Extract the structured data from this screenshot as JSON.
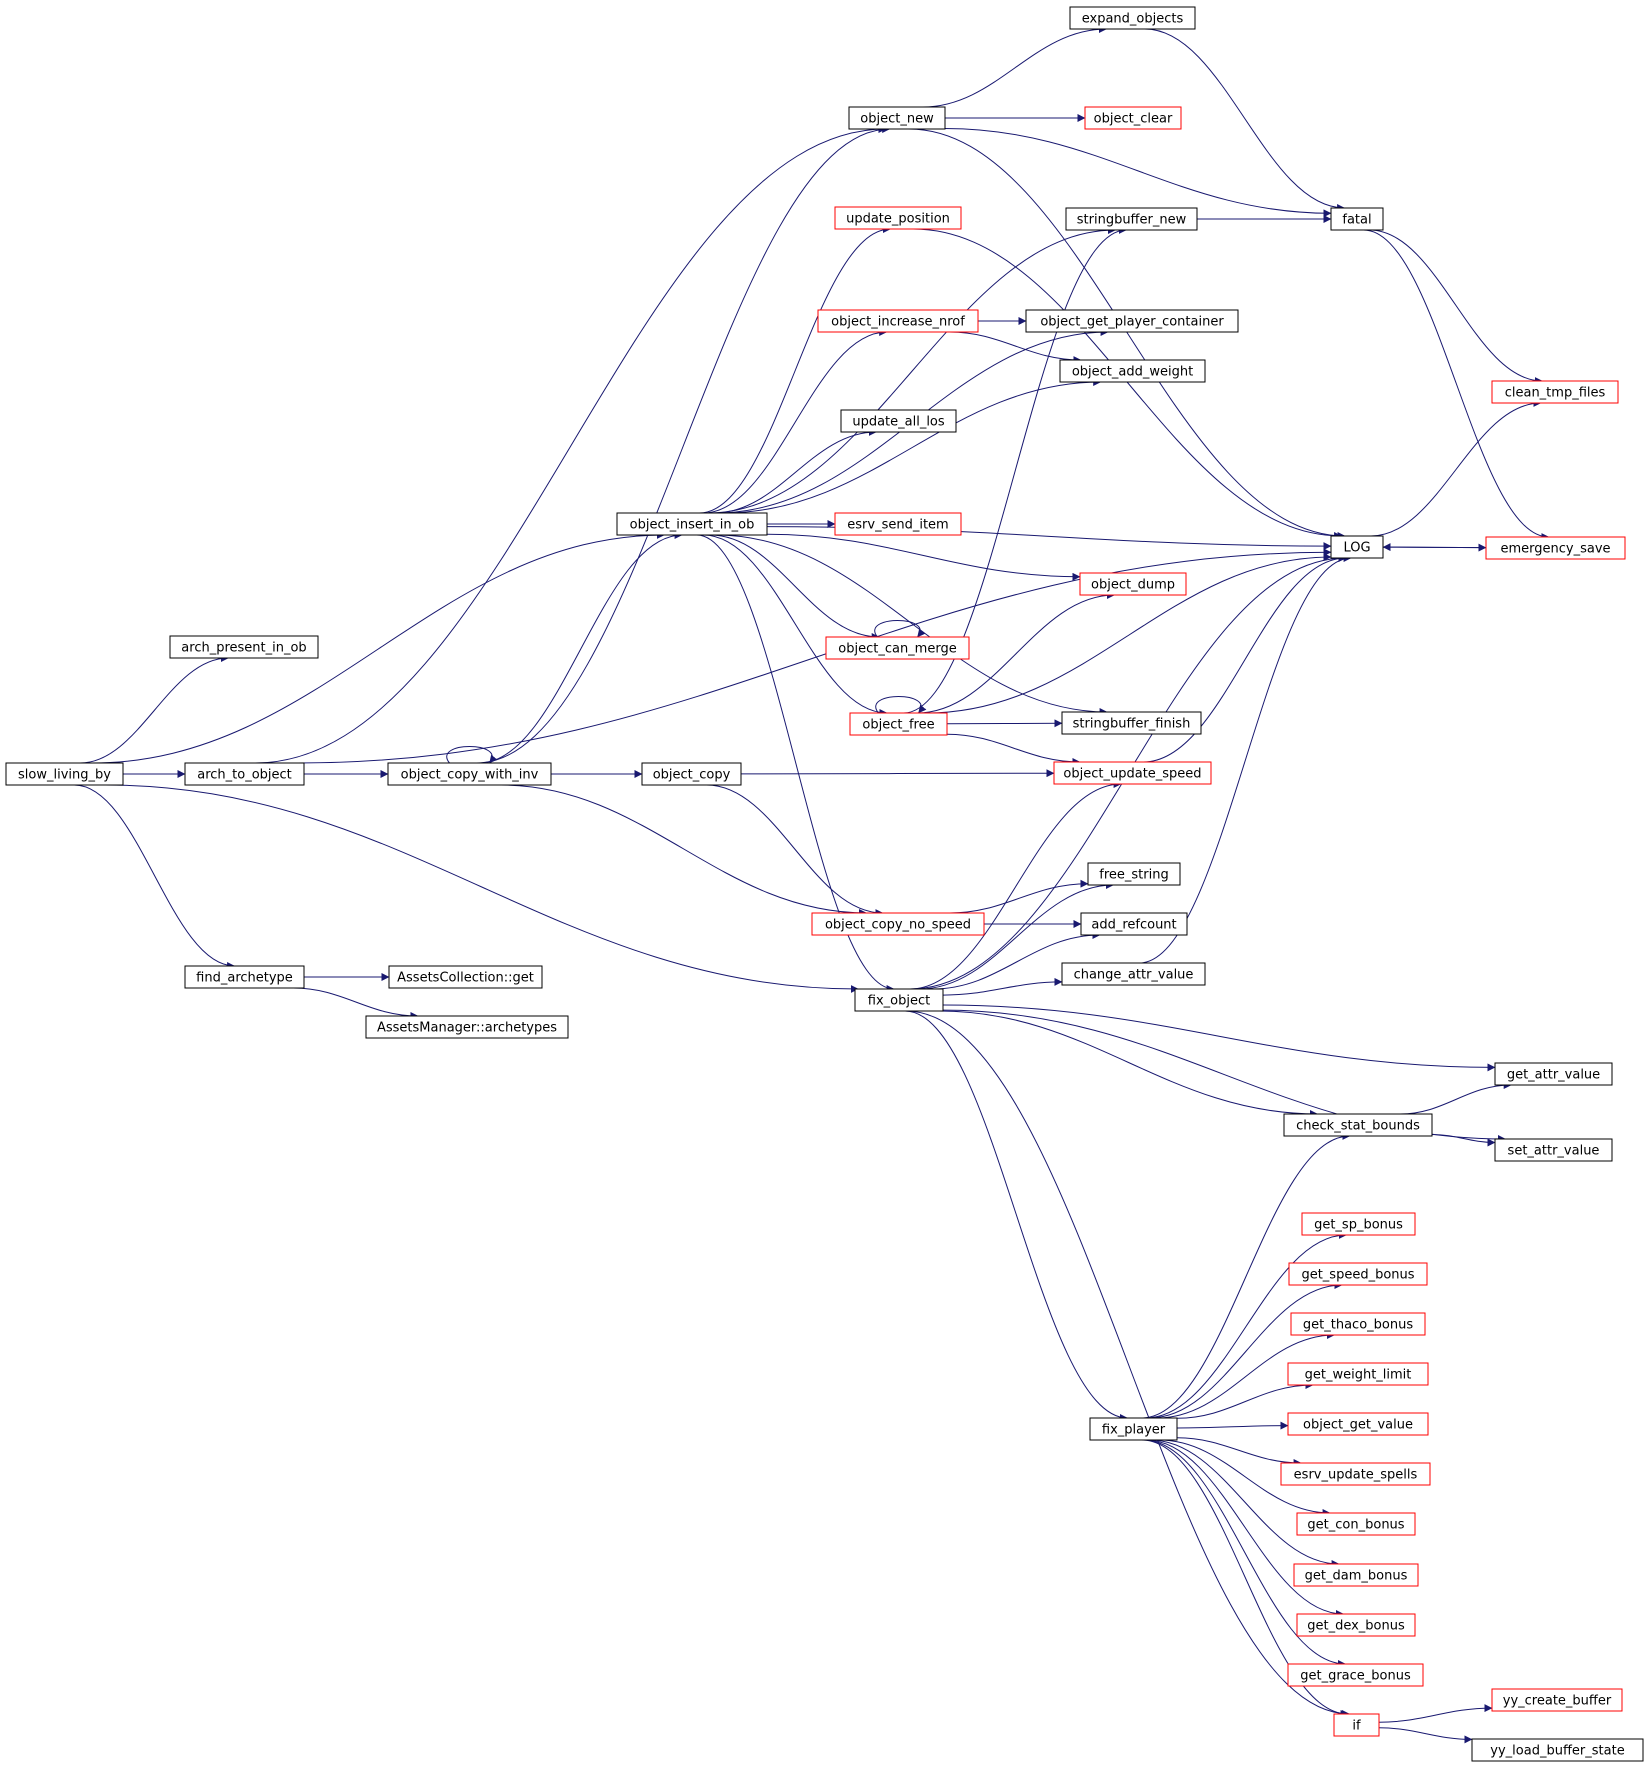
{
  "graph": {
    "colors": {
      "edge": "#191970",
      "node_border_normal": "#000000",
      "node_border_truncated": "#ff0000",
      "root_fill": "#bfbfbf"
    },
    "root": "slow_living_by",
    "nodes": [
      {
        "id": "slow_living_by",
        "label": "slow_living_by",
        "style": "root"
      },
      {
        "id": "arch_present_in_ob",
        "label": "arch_present_in_ob",
        "style": "normal"
      },
      {
        "id": "arch_to_object",
        "label": "arch_to_object",
        "style": "normal"
      },
      {
        "id": "find_archetype",
        "label": "find_archetype",
        "style": "normal"
      },
      {
        "id": "AssetsCollection_get",
        "label": "AssetsCollection::get",
        "style": "normal"
      },
      {
        "id": "AssetsManager_archetypes",
        "label": "AssetsManager::archetypes",
        "style": "normal"
      },
      {
        "id": "object_copy_with_inv",
        "label": "object_copy_with_inv",
        "style": "normal"
      },
      {
        "id": "object_insert_in_ob",
        "label": "object_insert_in_ob",
        "style": "normal"
      },
      {
        "id": "object_copy",
        "label": "object_copy",
        "style": "normal"
      },
      {
        "id": "object_new",
        "label": "object_new",
        "style": "normal"
      },
      {
        "id": "update_position",
        "label": "update_position",
        "style": "truncated"
      },
      {
        "id": "object_increase_nrof",
        "label": "object_increase_nrof",
        "style": "truncated"
      },
      {
        "id": "update_all_los",
        "label": "update_all_los",
        "style": "normal"
      },
      {
        "id": "esrv_send_item",
        "label": "esrv_send_item",
        "style": "truncated"
      },
      {
        "id": "object_can_merge",
        "label": "object_can_merge",
        "style": "truncated"
      },
      {
        "id": "object_free",
        "label": "object_free",
        "style": "truncated"
      },
      {
        "id": "object_copy_no_speed",
        "label": "object_copy_no_speed",
        "style": "truncated"
      },
      {
        "id": "fix_object",
        "label": "fix_object",
        "style": "normal"
      },
      {
        "id": "expand_objects",
        "label": "expand_objects",
        "style": "normal"
      },
      {
        "id": "object_clear",
        "label": "object_clear",
        "style": "truncated"
      },
      {
        "id": "stringbuffer_new",
        "label": "stringbuffer_new",
        "style": "normal"
      },
      {
        "id": "object_get_player_container",
        "label": "object_get_player_container",
        "style": "normal"
      },
      {
        "id": "object_add_weight",
        "label": "object_add_weight",
        "style": "normal"
      },
      {
        "id": "object_dump",
        "label": "object_dump",
        "style": "truncated"
      },
      {
        "id": "stringbuffer_finish",
        "label": "stringbuffer_finish",
        "style": "normal"
      },
      {
        "id": "object_update_speed",
        "label": "object_update_speed",
        "style": "truncated"
      },
      {
        "id": "free_string",
        "label": "free_string",
        "style": "normal"
      },
      {
        "id": "add_refcount",
        "label": "add_refcount",
        "style": "normal"
      },
      {
        "id": "change_attr_value",
        "label": "change_attr_value",
        "style": "normal"
      },
      {
        "id": "fix_player",
        "label": "fix_player",
        "style": "normal"
      },
      {
        "id": "fatal",
        "label": "fatal",
        "style": "normal"
      },
      {
        "id": "LOG",
        "label": "LOG",
        "style": "normal"
      },
      {
        "id": "check_stat_bounds",
        "label": "check_stat_bounds",
        "style": "normal"
      },
      {
        "id": "get_sp_bonus",
        "label": "get_sp_bonus",
        "style": "truncated"
      },
      {
        "id": "get_speed_bonus",
        "label": "get_speed_bonus",
        "style": "truncated"
      },
      {
        "id": "get_thaco_bonus",
        "label": "get_thaco_bonus",
        "style": "truncated"
      },
      {
        "id": "get_weight_limit",
        "label": "get_weight_limit",
        "style": "truncated"
      },
      {
        "id": "object_get_value",
        "label": "object_get_value",
        "style": "truncated"
      },
      {
        "id": "esrv_update_spells",
        "label": "esrv_update_spells",
        "style": "truncated"
      },
      {
        "id": "get_con_bonus",
        "label": "get_con_bonus",
        "style": "truncated"
      },
      {
        "id": "get_dam_bonus",
        "label": "get_dam_bonus",
        "style": "truncated"
      },
      {
        "id": "get_dex_bonus",
        "label": "get_dex_bonus",
        "style": "truncated"
      },
      {
        "id": "get_grace_bonus",
        "label": "get_grace_bonus",
        "style": "truncated"
      },
      {
        "id": "if",
        "label": "if",
        "style": "truncated"
      },
      {
        "id": "clean_tmp_files",
        "label": "clean_tmp_files",
        "style": "truncated"
      },
      {
        "id": "emergency_save",
        "label": "emergency_save",
        "style": "truncated"
      },
      {
        "id": "get_attr_value",
        "label": "get_attr_value",
        "style": "normal"
      },
      {
        "id": "set_attr_value",
        "label": "set_attr_value",
        "style": "normal"
      },
      {
        "id": "yy_create_buffer",
        "label": "yy_create_buffer",
        "style": "truncated"
      },
      {
        "id": "yy_load_buffer_state",
        "label": "yy_load_buffer_state",
        "style": "normal"
      }
    ],
    "edges": [
      [
        "slow_living_by",
        "arch_present_in_ob"
      ],
      [
        "slow_living_by",
        "arch_to_object"
      ],
      [
        "slow_living_by",
        "object_insert_in_ob"
      ],
      [
        "slow_living_by",
        "find_archetype"
      ],
      [
        "slow_living_by",
        "fix_object"
      ],
      [
        "arch_to_object",
        "object_new"
      ],
      [
        "arch_to_object",
        "object_copy_with_inv"
      ],
      [
        "arch_to_object",
        "LOG"
      ],
      [
        "find_archetype",
        "AssetsCollection_get"
      ],
      [
        "find_archetype",
        "AssetsManager_archetypes"
      ],
      [
        "object_copy_with_inv",
        "object_copy_with_inv"
      ],
      [
        "object_copy_with_inv",
        "object_new"
      ],
      [
        "object_copy_with_inv",
        "object_insert_in_ob"
      ],
      [
        "object_copy_with_inv",
        "object_copy"
      ],
      [
        "object_copy_with_inv",
        "object_copy_no_speed"
      ],
      [
        "object_copy",
        "object_update_speed"
      ],
      [
        "object_copy",
        "object_copy_no_speed"
      ],
      [
        "object_insert_in_ob",
        "stringbuffer_new"
      ],
      [
        "object_insert_in_ob",
        "update_position"
      ],
      [
        "object_insert_in_ob",
        "object_get_player_container"
      ],
      [
        "object_insert_in_ob",
        "object_increase_nrof"
      ],
      [
        "object_insert_in_ob",
        "object_add_weight"
      ],
      [
        "object_insert_in_ob",
        "update_all_los"
      ],
      [
        "object_insert_in_ob",
        "esrv_send_item"
      ],
      [
        "object_insert_in_ob",
        "LOG"
      ],
      [
        "object_insert_in_ob",
        "object_dump"
      ],
      [
        "object_insert_in_ob",
        "object_can_merge"
      ],
      [
        "object_insert_in_ob",
        "object_free"
      ],
      [
        "object_insert_in_ob",
        "stringbuffer_finish"
      ],
      [
        "object_insert_in_ob",
        "fix_object"
      ],
      [
        "object_new",
        "expand_objects"
      ],
      [
        "object_new",
        "fatal"
      ],
      [
        "object_new",
        "object_clear"
      ],
      [
        "object_new",
        "LOG"
      ],
      [
        "update_position",
        "LOG"
      ],
      [
        "object_increase_nrof",
        "object_get_player_container"
      ],
      [
        "object_increase_nrof",
        "object_add_weight"
      ],
      [
        "object_can_merge",
        "object_can_merge"
      ],
      [
        "object_free",
        "object_free"
      ],
      [
        "object_free",
        "stringbuffer_new"
      ],
      [
        "object_free",
        "object_dump"
      ],
      [
        "object_free",
        "LOG"
      ],
      [
        "object_free",
        "stringbuffer_finish"
      ],
      [
        "object_free",
        "object_update_speed"
      ],
      [
        "object_copy_no_speed",
        "free_string"
      ],
      [
        "object_copy_no_speed",
        "add_refcount"
      ],
      [
        "fix_object",
        "object_update_speed"
      ],
      [
        "fix_object",
        "free_string"
      ],
      [
        "fix_object",
        "add_refcount"
      ],
      [
        "fix_object",
        "change_attr_value"
      ],
      [
        "fix_object",
        "LOG"
      ],
      [
        "fix_object",
        "get_attr_value"
      ],
      [
        "fix_object",
        "check_stat_bounds"
      ],
      [
        "fix_object",
        "set_attr_value"
      ],
      [
        "fix_object",
        "fix_player"
      ],
      [
        "fix_object",
        "if"
      ],
      [
        "object_update_speed",
        "LOG"
      ],
      [
        "change_attr_value",
        "LOG"
      ],
      [
        "stringbuffer_new",
        "fatal"
      ],
      [
        "expand_objects",
        "fatal"
      ],
      [
        "fatal",
        "clean_tmp_files"
      ],
      [
        "fatal",
        "emergency_save"
      ],
      [
        "LOG",
        "clean_tmp_files"
      ],
      [
        "LOG",
        "emergency_save"
      ],
      [
        "emergency_save",
        "LOG"
      ],
      [
        "check_stat_bounds",
        "get_attr_value"
      ],
      [
        "check_stat_bounds",
        "set_attr_value"
      ],
      [
        "fix_player",
        "check_stat_bounds"
      ],
      [
        "fix_player",
        "get_sp_bonus"
      ],
      [
        "fix_player",
        "get_speed_bonus"
      ],
      [
        "fix_player",
        "get_thaco_bonus"
      ],
      [
        "fix_player",
        "get_weight_limit"
      ],
      [
        "fix_player",
        "object_get_value"
      ],
      [
        "fix_player",
        "esrv_update_spells"
      ],
      [
        "fix_player",
        "get_con_bonus"
      ],
      [
        "fix_player",
        "get_dam_bonus"
      ],
      [
        "fix_player",
        "get_dex_bonus"
      ],
      [
        "fix_player",
        "get_grace_bonus"
      ],
      [
        "fix_player",
        "if"
      ],
      [
        "if",
        "yy_create_buffer"
      ],
      [
        "if",
        "yy_load_buffer_state"
      ]
    ]
  }
}
